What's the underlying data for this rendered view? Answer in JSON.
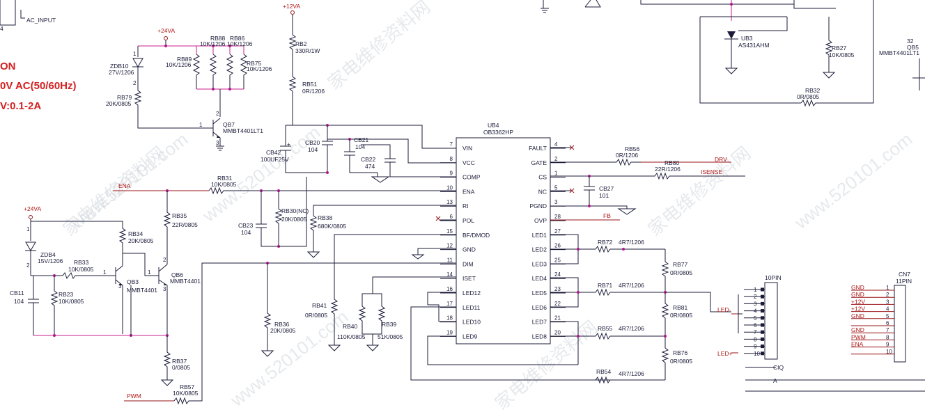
{
  "watermark": {
    "url": "www.520101.com",
    "cn": "家电维修资料网"
  },
  "power_info": {
    "line1": "ON",
    "line2": "0V AC(50/60Hz)",
    "line3": "V:0.1-2A"
  },
  "top": {
    "ac_input": "AC_INPUT",
    "frag4": "4"
  },
  "nets": {
    "p24v": "+24VA",
    "p24v_b": "+24VA",
    "p12v": "+12VA",
    "ena": "ENA",
    "pwm": "PWM",
    "drv": "DRV",
    "isense": "ISENSE",
    "fb": "FB",
    "led_minus": "LED-",
    "led_plus": "LED+"
  },
  "ic": {
    "ref": "UB4",
    "part": "OB3362HP",
    "left_pins": [
      {
        "num": "7",
        "name": "VIN"
      },
      {
        "num": "8",
        "name": "VCC"
      },
      {
        "num": "9",
        "name": "COMP"
      },
      {
        "num": "10",
        "name": "ENA"
      },
      {
        "num": "13",
        "name": "RI"
      },
      {
        "num": "6",
        "name": "POL"
      },
      {
        "num": "15",
        "name": "BF/DMOD"
      },
      {
        "num": "12",
        "name": "GND"
      },
      {
        "num": "11",
        "name": "DIM"
      },
      {
        "num": "14",
        "name": "ISET"
      },
      {
        "num": "16",
        "name": "LED12"
      },
      {
        "num": "17",
        "name": "LED11"
      },
      {
        "num": "18",
        "name": "LED10"
      },
      {
        "num": "19",
        "name": "LED9"
      }
    ],
    "right_pins": [
      {
        "num": "4",
        "name": "FAULT"
      },
      {
        "num": "2",
        "name": "GATE"
      },
      {
        "num": "1",
        "name": "CS"
      },
      {
        "num": "5",
        "name": "NC"
      },
      {
        "num": "3",
        "name": "PGND"
      },
      {
        "num": "28",
        "name": "OVP"
      },
      {
        "num": "27",
        "name": "LED1"
      },
      {
        "num": "26",
        "name": "LED2"
      },
      {
        "num": "25",
        "name": "LED3"
      },
      {
        "num": "24",
        "name": "LED4"
      },
      {
        "num": "23",
        "name": "LED5"
      },
      {
        "num": "22",
        "name": "LED6"
      },
      {
        "num": "21",
        "name": "LED7"
      },
      {
        "num": "20",
        "name": "LED8"
      }
    ]
  },
  "parts": {
    "zdb10": {
      "ref": "ZDB10",
      "val": "27V/1206"
    },
    "rb79": {
      "ref": "RB79",
      "val": "20K/0805"
    },
    "rb89": {
      "ref": "RB89",
      "val": "10K/1206"
    },
    "rb88": {
      "ref": "RB88",
      "val": "10K/1206"
    },
    "rb86": {
      "ref": "RB86",
      "val": "10K/1206"
    },
    "rb75": {
      "ref": "RB75",
      "val": "10K/1206"
    },
    "qb7": {
      "ref": "QB7",
      "val": "MMBT4401LT1"
    },
    "rb2": {
      "ref": "RB2",
      "val": "330R/1W"
    },
    "rb51": {
      "ref": "RB51",
      "val": "0R/1206"
    },
    "cb42": {
      "ref": "CB42",
      "val": "100UF25V"
    },
    "cb20": {
      "ref": "CB20",
      "val": "104"
    },
    "cb21": {
      "ref": "CB21",
      "val": "104"
    },
    "cb22": {
      "ref": "CB22",
      "val": "474"
    },
    "rb31": {
      "ref": "RB31",
      "val": "10K/0805"
    },
    "rb35": {
      "ref": "RB35",
      "val": "22R/0805"
    },
    "cb23": {
      "ref": "CB23",
      "val": "104"
    },
    "rb30": {
      "ref": "RB30(NC)",
      "val": "20K/0805"
    },
    "rb38": {
      "ref": "RB38",
      "val": "680K/0805"
    },
    "zdb4": {
      "ref": "ZDB4",
      "val": "15V/1206"
    },
    "rb34": {
      "ref": "RB34",
      "val": "20K/0805"
    },
    "rb33": {
      "ref": "RB33",
      "val": "10K/0805"
    },
    "qb3": {
      "ref": "QB3",
      "val": "MMBT4401"
    },
    "qb6": {
      "ref": "QB6",
      "val": "MMBT4401"
    },
    "cb11": {
      "ref": "CB11",
      "val": "104"
    },
    "rb23": {
      "ref": "RB23",
      "val": "10K/0805"
    },
    "rb36": {
      "ref": "RB36",
      "val": "20K/0805"
    },
    "rb37": {
      "ref": "RB37",
      "val": "0/0805"
    },
    "rb57": {
      "ref": "RB57",
      "val": "10K/0805"
    },
    "rb41": {
      "ref": "RB41",
      "val": "0R/0805"
    },
    "rb40": {
      "ref": "RB40",
      "val": "110K/0805"
    },
    "rb39": {
      "ref": "RB39",
      "val": "51K/0805"
    },
    "rb56": {
      "ref": "RB56",
      "val": "0R/1206"
    },
    "rb80": {
      "ref": "RB80",
      "val": "22R/1206"
    },
    "cb27": {
      "ref": "CB27",
      "val": "101"
    },
    "rb72": {
      "ref": "RB72",
      "val": "4R7/1206"
    },
    "rb71": {
      "ref": "RB71",
      "val": "4R7/1206"
    },
    "rb55": {
      "ref": "RB55",
      "val": "4R7/1206"
    },
    "rb54": {
      "ref": "RB54",
      "val": "4R7/1206"
    },
    "rb77": {
      "ref": "RB77",
      "val": "0R/0805"
    },
    "rb81": {
      "ref": "RB81",
      "val": "0R/0805"
    },
    "rb76": {
      "ref": "RB76",
      "val": "0R/0805"
    },
    "ub3": {
      "ref": "UB3",
      "val": "AS431AHM"
    },
    "rb27": {
      "ref": "RB27",
      "val": "10K/0805"
    },
    "rb32": {
      "ref": "RB32",
      "val": "0R/0805"
    },
    "qb5": {
      "ref": "QB5",
      "val": "MMBT4401LT1",
      "num": "32"
    }
  },
  "connector10": {
    "title": "10PIN",
    "pins": [
      "1",
      "2",
      "3",
      "4",
      "5",
      "6",
      "7",
      "8",
      "9",
      "10"
    ]
  },
  "connector11": {
    "ref": "CN7",
    "title": "11PIN",
    "pins": [
      {
        "num": "1",
        "net": "GND"
      },
      {
        "num": "2",
        "net": "GND"
      },
      {
        "num": "3",
        "net": "+12V"
      },
      {
        "num": "4",
        "net": "+12V"
      },
      {
        "num": "5",
        "net": "GND"
      },
      {
        "num": "6",
        "net": ""
      },
      {
        "num": "7",
        "net": "GND"
      },
      {
        "num": "8",
        "net": "PWM"
      },
      {
        "num": "9",
        "net": "ENA"
      },
      {
        "num": "10",
        "net": ""
      }
    ]
  }
}
